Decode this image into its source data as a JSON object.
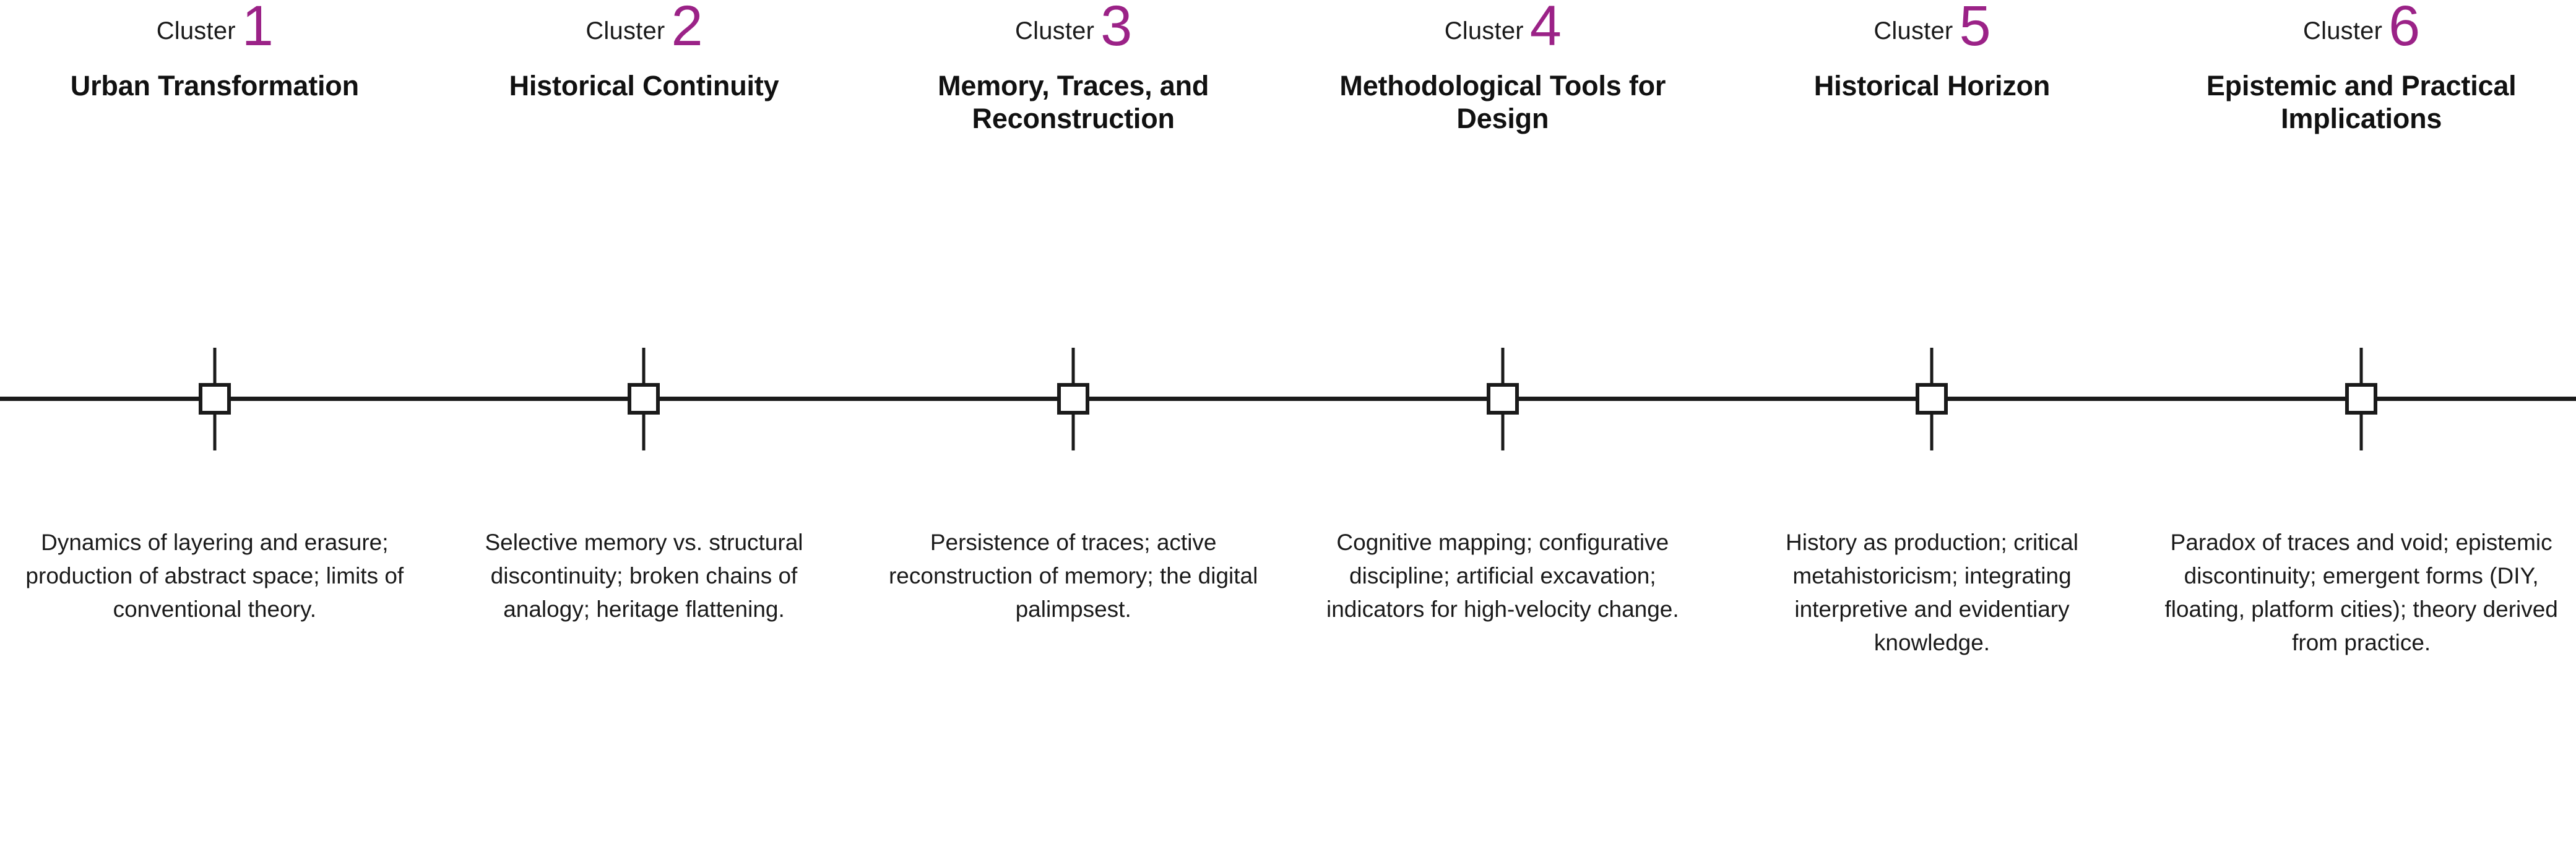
{
  "figure": {
    "type": "cluster-timeline",
    "cluster_count": 6,
    "eyebrow_word": "Cluster",
    "accent_color": "#9B2287",
    "text_color": "#1a1a1a",
    "background_color": "#ffffff",
    "axis_color": "#1a1a1a"
  },
  "clusters": [
    {
      "number": "1",
      "eyebrow": "Cluster",
      "title": "Urban Transformation",
      "description": "Dynamics of layering and erasure; production of abstract space; limits of conventional theory."
    },
    {
      "number": "2",
      "eyebrow": "Cluster",
      "title": "Historical Continuity",
      "description": "Selective memory vs. structural discontinuity; broken chains of analogy; heritage flattening."
    },
    {
      "number": "3",
      "eyebrow": "Cluster",
      "title": "Memory, Traces, and Reconstruction",
      "description": "Persistence of traces; active reconstruction of memory; the digital palimpsest."
    },
    {
      "number": "4",
      "eyebrow": "Cluster",
      "title": "Methodological Tools for Design",
      "description": "Cognitive mapping; configurative discipline; artificial excavation; indicators for high-velocity change."
    },
    {
      "number": "5",
      "eyebrow": "Cluster",
      "title": "Historical Horizon",
      "description": "History as production; critical metahistoricism; integrating interpretive and evidentiary knowledge."
    },
    {
      "number": "6",
      "eyebrow": "Cluster",
      "title": "Epistemic and Practical Implications",
      "description": "Paradox of traces and void; epistemic discontinuity; emergent forms (DIY, floating, platform cities); theory derived from practice."
    }
  ]
}
